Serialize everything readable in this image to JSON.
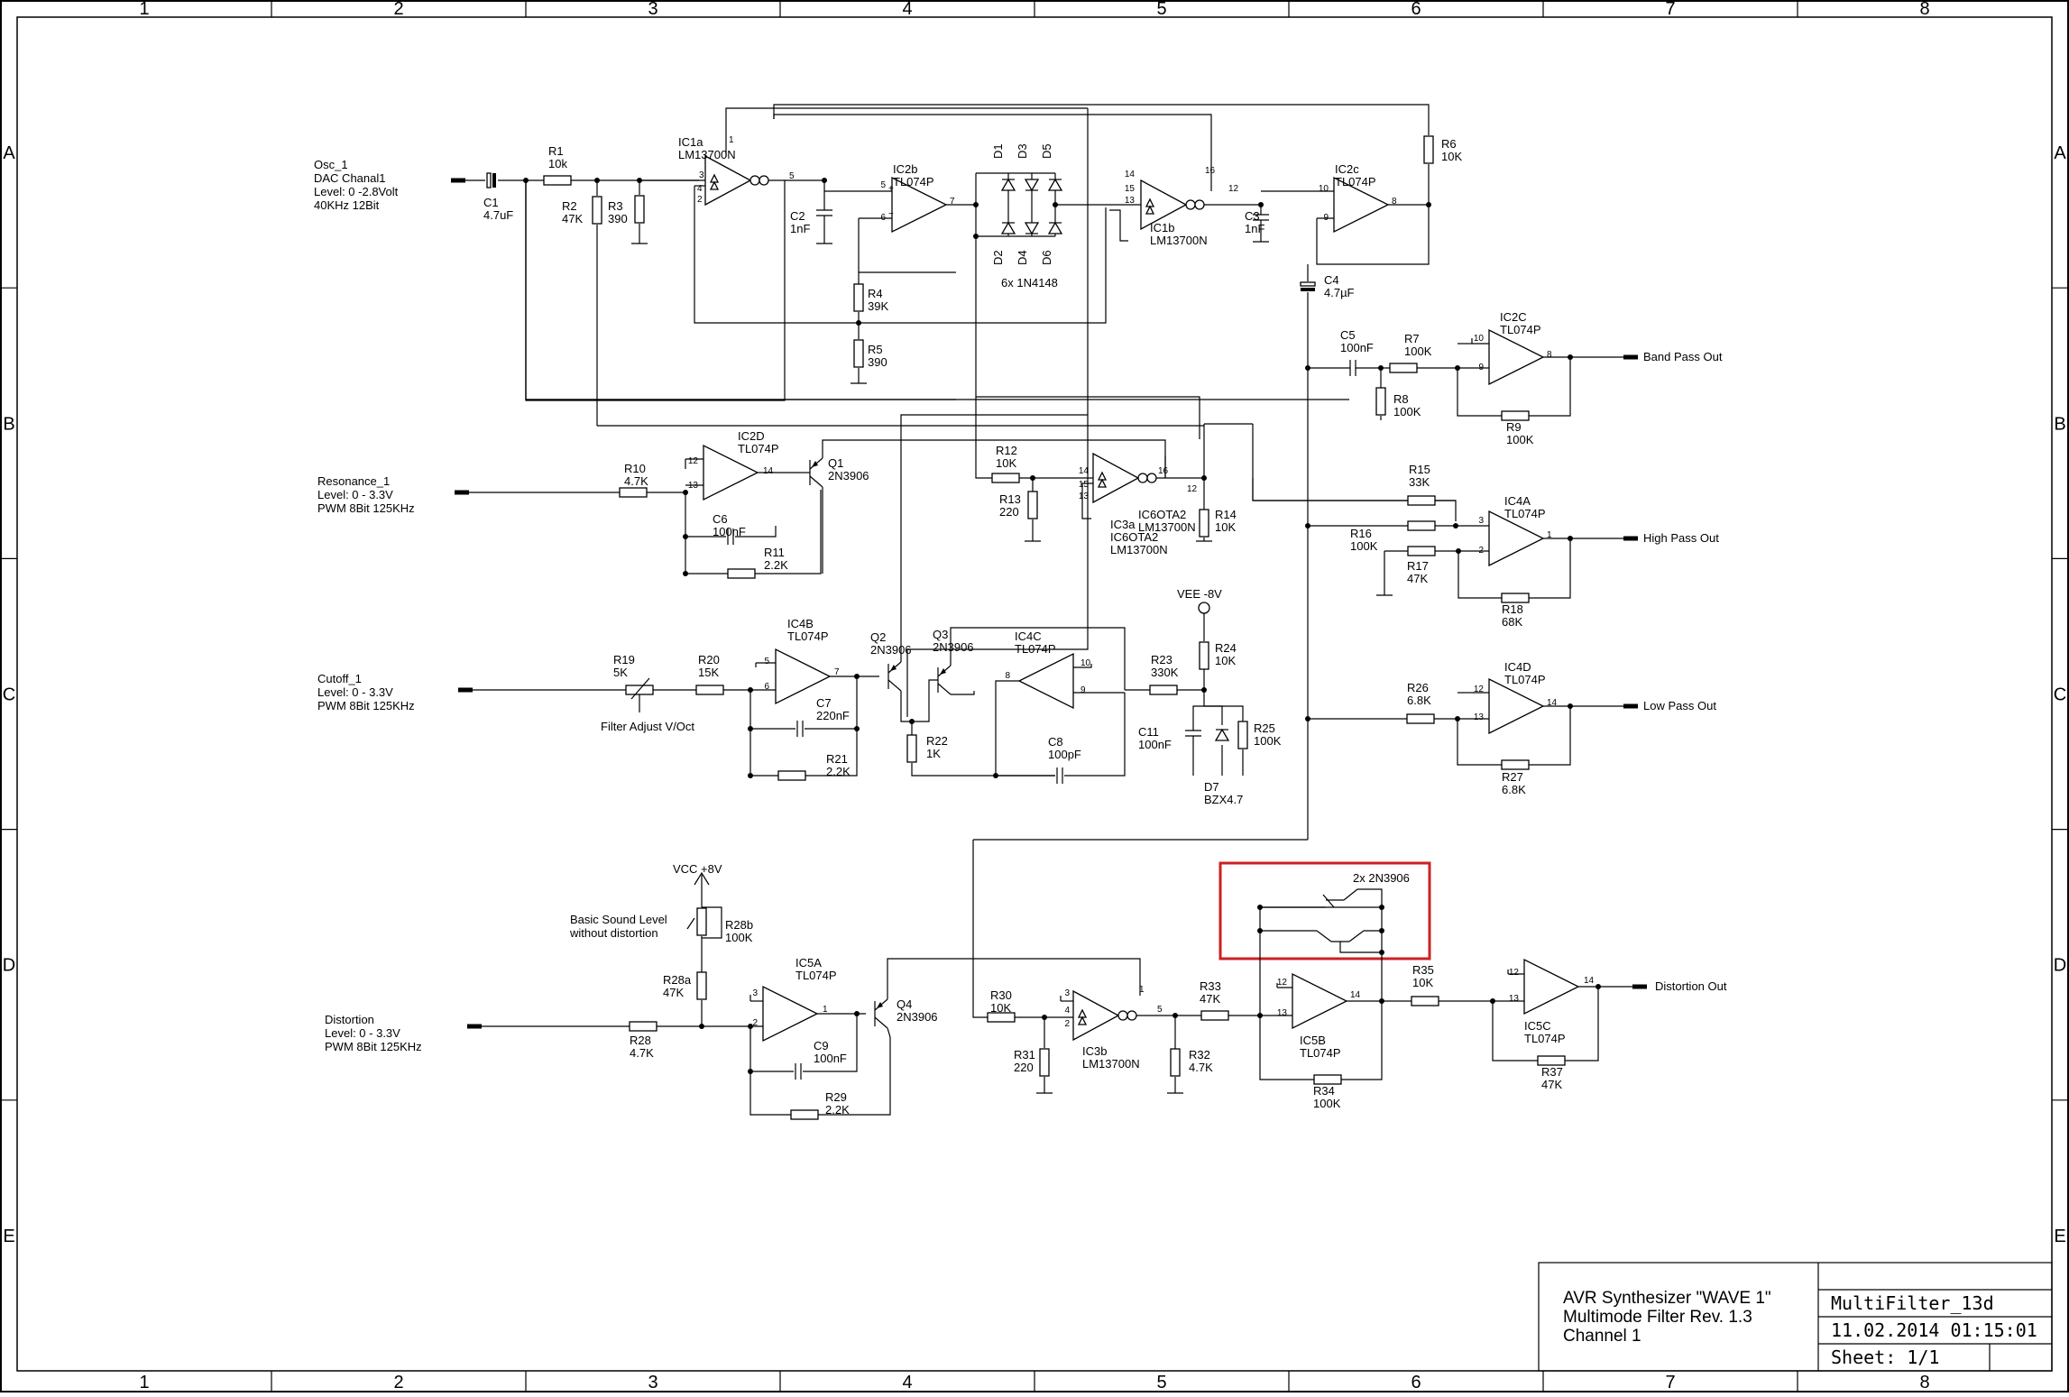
{
  "border": {
    "columns": [
      "1",
      "2",
      "3",
      "4",
      "5",
      "6",
      "7",
      "8"
    ],
    "rows": [
      "A",
      "B",
      "C",
      "D",
      "E"
    ]
  },
  "title_block": {
    "title_line1": "AVR Synthesizer \"WAVE 1\"",
    "title_line2": "Multimode Filter Rev. 1.3",
    "title_line3": "Channel 1",
    "filename": "MultiFilter_13d",
    "datetime": "11.02.2014 01:15:01",
    "sheet": "Sheet: 1/1"
  },
  "inputs": {
    "osc": [
      "Osc_1",
      "DAC Chanal1",
      "Level: 0 -2.8Volt",
      "40KHz 12Bit"
    ],
    "resonance": [
      "Resonance_1",
      "Level: 0 - 3.3V",
      "PWM 8Bit 125KHz"
    ],
    "cutoff": [
      "Cutoff_1",
      "Level: 0 - 3.3V",
      "PWM 8Bit 125KHz"
    ],
    "distortion": [
      "Distortion",
      "Level: 0 - 3.3V",
      "PWM 8Bit 125KHz"
    ]
  },
  "outputs": {
    "band_pass": "Band Pass Out",
    "high_pass": "High Pass Out",
    "low_pass": "Low Pass Out",
    "distortion": "Distortion Out"
  },
  "notes": {
    "diodes": "6x 1N4148",
    "filter_adjust": "Filter Adjust V/Oct",
    "basic_sound": [
      "Basic Sound Level",
      "without distortion"
    ],
    "transistors_box": "2x 2N3906",
    "vee": "VEE -8V",
    "vcc": "VCC +8V"
  },
  "parts": {
    "C1": [
      "C1",
      "4.7uF"
    ],
    "R1": [
      "R1",
      "10k"
    ],
    "R2": [
      "R2",
      "47K"
    ],
    "R3": [
      "R3",
      "390"
    ],
    "IC1a": [
      "IC1a",
      "LM13700N"
    ],
    "C2": [
      "C2",
      "1nF"
    ],
    "IC2b": [
      "IC2b",
      "TL074P"
    ],
    "R4": [
      "R4",
      "39K"
    ],
    "R5": [
      "R5",
      "390"
    ],
    "IC1b": [
      "IC1b",
      "LM13700N"
    ],
    "C3": [
      "C3",
      "1nF"
    ],
    "IC2c": [
      "IC2c",
      "TL074P"
    ],
    "R6": [
      "R6",
      "10K"
    ],
    "C4": [
      "C4",
      "4.7µF"
    ],
    "C5": [
      "C5",
      "100nF"
    ],
    "R7": [
      "R7",
      "100K"
    ],
    "R8": [
      "R8",
      "100K"
    ],
    "IC2C": [
      "IC2C",
      "TL074P"
    ],
    "R9": [
      "R9",
      "100K"
    ],
    "R10": [
      "R10",
      "4.7K"
    ],
    "IC2D": [
      "IC2D",
      "TL074P"
    ],
    "Q1": [
      "Q1",
      "2N3906"
    ],
    "C6": [
      "C6",
      "100nF"
    ],
    "R11": [
      "R11",
      "2.2K"
    ],
    "R12": [
      "R12",
      "10K"
    ],
    "R13": [
      "R13",
      "220"
    ],
    "IC3a": [
      "IC3a",
      "IC6OTA2",
      "LM13700N"
    ],
    "R14": [
      "R14",
      "10K"
    ],
    "R15": [
      "R15",
      "33K"
    ],
    "R16": [
      "R16",
      "100K"
    ],
    "R17": [
      "R17",
      "47K"
    ],
    "IC4A": [
      "IC4A",
      "TL074P"
    ],
    "R18": [
      "R18",
      "68K"
    ],
    "R19": [
      "R19",
      "5K"
    ],
    "R20": [
      "R20",
      "15K"
    ],
    "IC4B": [
      "IC4B",
      "TL074P"
    ],
    "C7": [
      "C7",
      "220nF"
    ],
    "R21": [
      "R21",
      "2.2K"
    ],
    "Q2": [
      "Q2",
      "2N3906"
    ],
    "Q3": [
      "Q3",
      "2N3906"
    ],
    "R22": [
      "R22",
      "1K"
    ],
    "IC4C": [
      "IC4C",
      "TL074P"
    ],
    "C8": [
      "C8",
      "100pF"
    ],
    "R23": [
      "R23",
      "330K"
    ],
    "R24": [
      "R24",
      "10K"
    ],
    "C11": [
      "C11",
      "100nF"
    ],
    "D7": [
      "D7",
      "BZX4.7"
    ],
    "R25": [
      "R25",
      "100K"
    ],
    "R26": [
      "R26",
      "6.8K"
    ],
    "IC4D": [
      "IC4D",
      "TL074P"
    ],
    "R27": [
      "R27",
      "6.8K"
    ],
    "R28b": [
      "R28b",
      "100K"
    ],
    "R28a": [
      "R28a",
      "47K"
    ],
    "R28": [
      "R28",
      "4.7K"
    ],
    "IC5A": [
      "IC5A",
      "TL074P"
    ],
    "Q4": [
      "Q4",
      "2N3906"
    ],
    "C9": [
      "C9",
      "100nF"
    ],
    "R29": [
      "R29",
      "2.2K"
    ],
    "R30": [
      "R30",
      "10K"
    ],
    "R31": [
      "R31",
      "220"
    ],
    "IC3b": [
      "IC3b",
      "LM13700N"
    ],
    "R32": [
      "R32",
      "4.7K"
    ],
    "R33": [
      "R33",
      "47K"
    ],
    "IC5B": [
      "IC5B",
      "TL074P"
    ],
    "R34": [
      "R34",
      "100K"
    ],
    "R35": [
      "R35",
      "10K"
    ],
    "IC5C": [
      "IC5C",
      "TL074P"
    ],
    "R37": [
      "R37",
      "47K"
    ],
    "diodes": [
      "D1",
      "D2",
      "D3",
      "D4",
      "D5",
      "D6"
    ]
  },
  "highlight_color": "#cc2222"
}
